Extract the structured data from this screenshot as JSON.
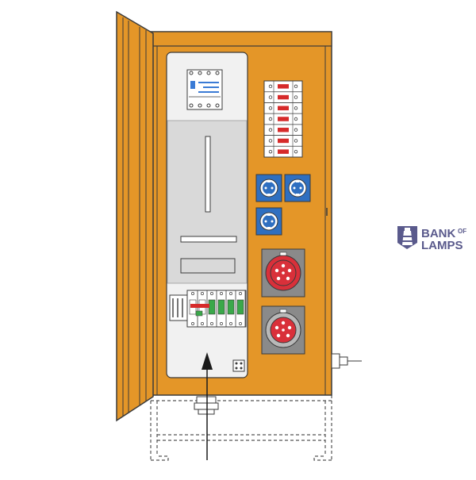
{
  "logo": {
    "line1": "BANK",
    "line1_small": "OF",
    "line2": "LAMPS",
    "color": "#5a5a8c"
  },
  "colors": {
    "cabinet": "#e49628",
    "cabinet_dark": "#c97f1a",
    "panel": "#f1f1f1",
    "panel_grey": "#d9d9d9",
    "outline": "#3a3a3a",
    "breaker_red": "#d62a2a",
    "breaker_green": "#3aa84a",
    "socket_blue": "#2f6fc0",
    "socket_red": "#d9303a",
    "socket_grey": "#8a8a8a",
    "meter_blue": "#3a7bd5"
  },
  "components": {
    "small_breakers": 7,
    "schuko_sockets": 3,
    "cee_sockets": 2,
    "rcd_modules": 6
  }
}
